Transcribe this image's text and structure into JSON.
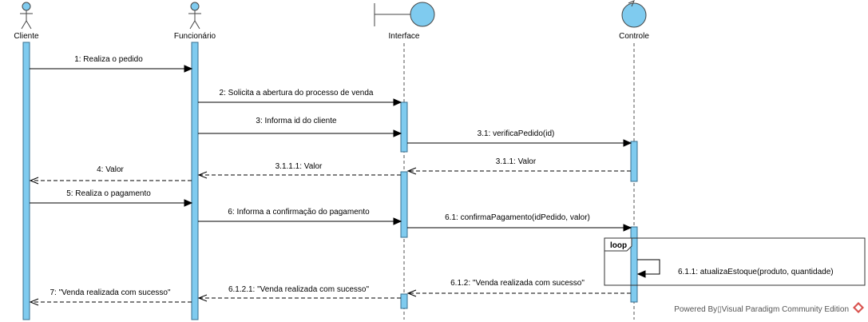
{
  "lifelines": [
    {
      "id": "cliente",
      "label": "Cliente",
      "kind": "actor"
    },
    {
      "id": "funcionario",
      "label": "Funcionário",
      "kind": "actor"
    },
    {
      "id": "interface",
      "label": "Interface",
      "kind": "boundary"
    },
    {
      "id": "controle",
      "label": "Controle",
      "kind": "control"
    }
  ],
  "messages": [
    {
      "label": "1: Realiza o pedido",
      "from": "cliente",
      "to": "funcionario",
      "type": "call"
    },
    {
      "label": "2: Solicita a abertura do processo de venda",
      "from": "funcionario",
      "to": "interface",
      "type": "call"
    },
    {
      "label": "3: Informa id do cliente",
      "from": "funcionario",
      "to": "interface",
      "type": "call"
    },
    {
      "label": "3.1: verificaPedido(id)",
      "from": "interface",
      "to": "controle",
      "type": "call"
    },
    {
      "label": "3.1.1: Valor",
      "from": "controle",
      "to": "interface",
      "type": "return"
    },
    {
      "label": "3.1.1.1: Valor",
      "from": "interface",
      "to": "funcionario",
      "type": "return"
    },
    {
      "label": "4: Valor",
      "from": "funcionario",
      "to": "cliente",
      "type": "return"
    },
    {
      "label": "5: Realiza o pagamento",
      "from": "cliente",
      "to": "funcionario",
      "type": "call"
    },
    {
      "label": "6: Informa a confirmação do pagamento",
      "from": "funcionario",
      "to": "interface",
      "type": "call"
    },
    {
      "label": "6.1: confirmaPagamento(idPedido, valor)",
      "from": "interface",
      "to": "controle",
      "type": "call"
    },
    {
      "label": "6.1.1: atualizaEstoque(produto, quantidade)",
      "from": "controle",
      "to": "controle",
      "type": "self"
    },
    {
      "label": "6.1.2: \"Venda realizada com sucesso\"",
      "from": "controle",
      "to": "interface",
      "type": "return"
    },
    {
      "label": "6.1.2.1: \"Venda realizada com sucesso\"",
      "from": "interface",
      "to": "funcionario",
      "type": "return"
    },
    {
      "label": "7: \"Venda realizada com sucesso\"",
      "from": "funcionario",
      "to": "cliente",
      "type": "return"
    }
  ],
  "fragment": {
    "label": "loop"
  },
  "watermark": "Powered By▯Visual Paradigm Community Edition",
  "colors": {
    "activation": "#7fcbef",
    "line": "#000000"
  }
}
